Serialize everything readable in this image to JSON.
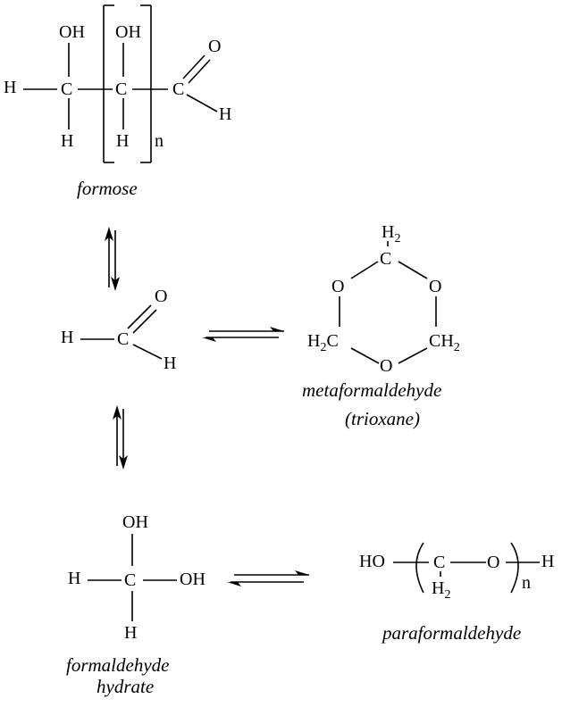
{
  "atoms": {
    "C": "C",
    "H": "H",
    "O": "O",
    "OH": "OH",
    "HO": "HO",
    "H2": "H",
    "CH2": "CH",
    "sub2": "2",
    "n": "n"
  },
  "formose": {
    "caption": "formose"
  },
  "metaformaldehyde": {
    "caption_line1": "metaformaldehyde",
    "caption_line2": "(trioxane)"
  },
  "paraformaldehyde": {
    "caption": "paraformaldehyde"
  },
  "formaldehyde_hydrate": {
    "caption_line1": "formaldehyde",
    "caption_line2": "hydrate"
  }
}
